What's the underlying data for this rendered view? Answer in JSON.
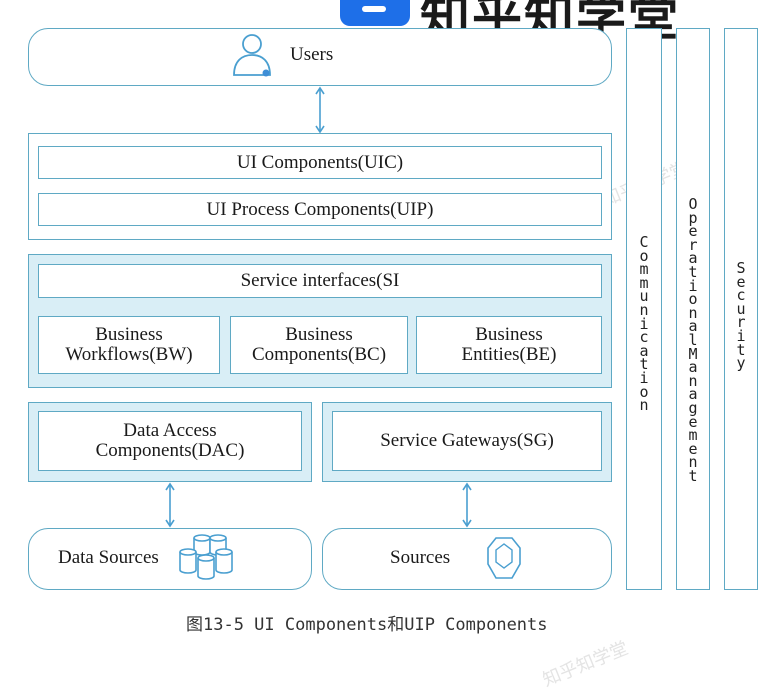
{
  "header": {
    "brand_text": "知乎知学堂",
    "badge_color": "#1e6fe8"
  },
  "watermark": "知乎知学堂",
  "diagram": {
    "users": "Users",
    "ui_layer": {
      "uic": "UI Components(UIC)",
      "uip": "UI Process Components(UIP)"
    },
    "business_layer": {
      "si": "Service interfaces(SI",
      "bw_line1": "Business",
      "bw_line2": "Workflows(BW)",
      "bc_line1": "Business",
      "bc_line2": "Components(BC)",
      "be_line1": "Business",
      "be_line2": "Entities(BE)"
    },
    "data_layer": {
      "dac_line1": "Data Access",
      "dac_line2": "Components(DAC)",
      "sg": "Service Gateways(SG)"
    },
    "sources": {
      "data_sources": "Data Sources",
      "sources": "Sources"
    },
    "cross_cutting": {
      "communication": "Communication",
      "operational_management": "Operational Management",
      "security": "Security"
    }
  },
  "caption": "图13-5 UI Components和UIP Components",
  "colors": {
    "border": "#5fa9c4",
    "shade": "#d9eef6",
    "icon": "#4a9fd0"
  }
}
